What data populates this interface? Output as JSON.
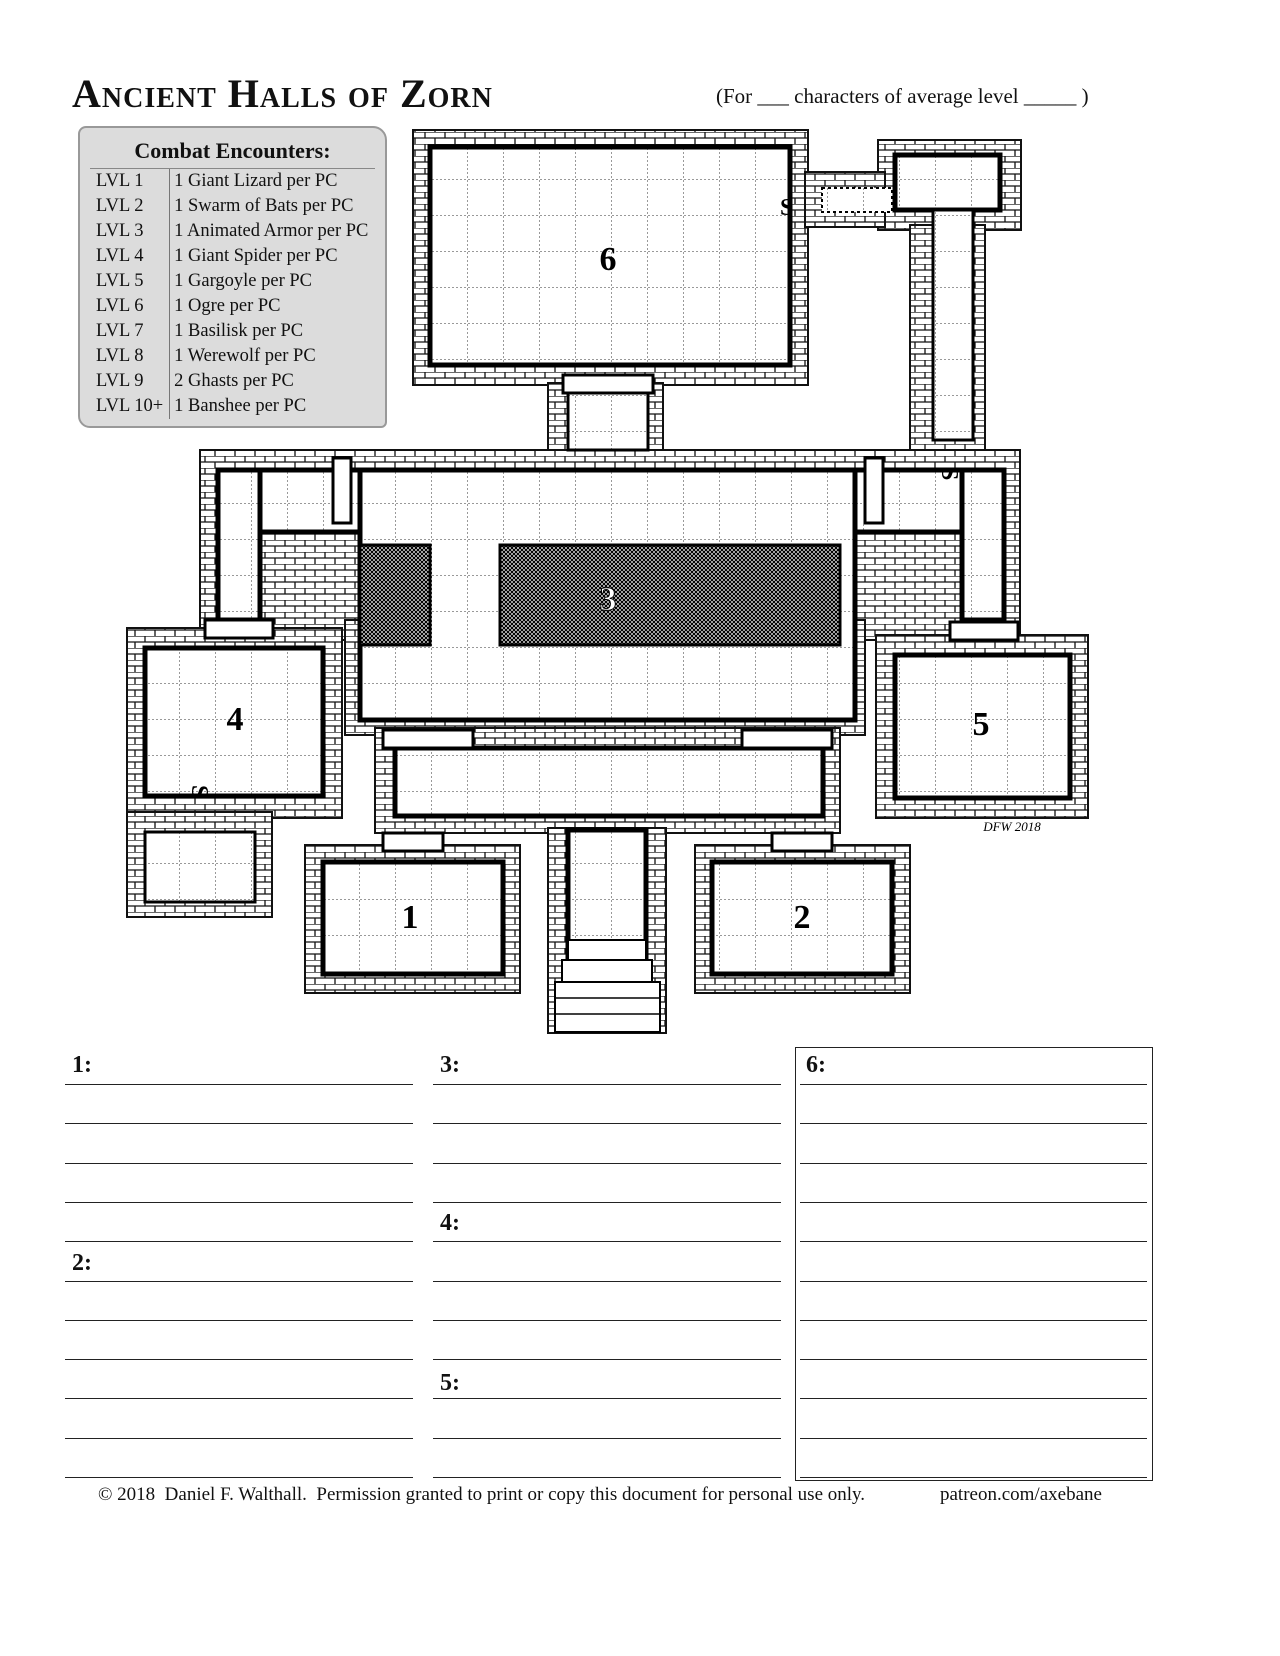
{
  "header": {
    "title": "Ancient Halls of Zorn",
    "subtitle": "(For ___ characters of average level _____ )"
  },
  "encounters": {
    "heading": "Combat Encounters:",
    "rows": [
      {
        "level": "LVL 1",
        "monster": "1 Giant Lizard per PC"
      },
      {
        "level": "LVL 2",
        "monster": "1 Swarm of Bats per PC"
      },
      {
        "level": "LVL 3",
        "monster": "1 Animated Armor per PC"
      },
      {
        "level": "LVL 4",
        "monster": "1 Giant Spider per PC"
      },
      {
        "level": "LVL 5",
        "monster": "1 Gargoyle per PC"
      },
      {
        "level": "LVL 6",
        "monster": "1 Ogre per PC"
      },
      {
        "level": "LVL 7",
        "monster": "1 Basilisk per PC"
      },
      {
        "level": "LVL 8",
        "monster": "1 Werewolf per PC"
      },
      {
        "level": "LVL 9",
        "monster": "2 Ghasts per PC"
      },
      {
        "level": "LVL 10+",
        "monster": "1 Banshee per PC"
      }
    ]
  },
  "map": {
    "rooms": {
      "r1": "1",
      "r2": "2",
      "r3": "3",
      "r4": "4",
      "r5": "5",
      "r6": "6"
    },
    "secret_door": "S",
    "signature": "DFW 2018"
  },
  "notes": {
    "labels": {
      "n1": "1:",
      "n2": "2:",
      "n3": "3:",
      "n4": "4:",
      "n5": "5:",
      "n6": "6:"
    }
  },
  "footer": {
    "copyright": "© 2018  Daniel F. Walthall.  Permission granted to print or copy this document for personal use only.",
    "link": "patreon.com/axebane"
  }
}
